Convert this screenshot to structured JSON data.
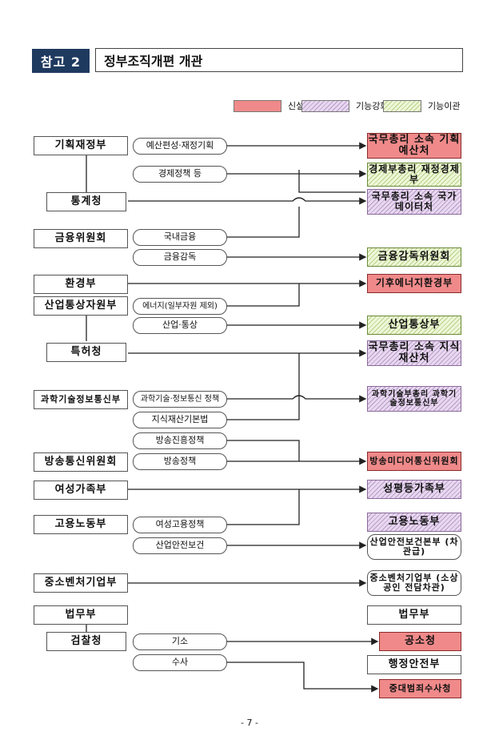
{
  "header": {
    "tag": "참고 2",
    "title": "정부조직개편 개관"
  },
  "legend": [
    {
      "label": "신설",
      "kind": "new"
    },
    {
      "label": "기능강화",
      "kind": "strengthen"
    },
    {
      "label": "기능이관",
      "kind": "transfer"
    }
  ],
  "left": {
    "moef": "기획재정부",
    "kostat": "통계청",
    "fsc": "금융위원회",
    "me": "환경부",
    "motie": "산업통상자원부",
    "kipo": "특허청",
    "msit": "과학기술정보통신부",
    "kcc": "방송통신위원회",
    "mogef": "여성가족부",
    "moel": "고용노동부",
    "mss": "중소벤처기업부",
    "moj": "법무부",
    "spo": "검찰청"
  },
  "mid": {
    "budget": "예산편성·재정기획",
    "econ": "경제정책 등",
    "dom_fin": "국내금융",
    "fin_sup": "금융감독",
    "energy": "에너지(일부자원 제외)",
    "trade": "산업·통상",
    "sci": "과학기술·정보통신 정책",
    "ip_law": "지식재산기본법",
    "broad_pro": "방송진흥정책",
    "broad_pol": "방송정책",
    "women_emp": "여성고용정책",
    "ind_safety": "산업안전보건",
    "prosecute": "기소",
    "investigate": "수사"
  },
  "right": {
    "budget_office": "국무총리 소속 기획예산처",
    "mofe": "경제부총리 재정경제부",
    "data_office": "국무총리 소속 국가데이터처",
    "fss": "금융감독위원회",
    "climate": "기후에너지환경부",
    "trade_min": "산업통상부",
    "ip_office": "국무총리 소속 지식재산처",
    "msit_new": "과학기술부총리 과학기술정보통신부",
    "media": "방송미디어통신위원회",
    "gender": "성평등가족부",
    "labor": "고용노동부",
    "safety": "산업안전보건본부 (차관급)",
    "mss_new": "중소벤처기업부 (소상공인 전담차관)",
    "moj_new": "법무부",
    "prosec_new": "공소청",
    "mois": "행정안전부",
    "sic": "중대범죄수사청"
  },
  "page_number": "- 7 -"
}
